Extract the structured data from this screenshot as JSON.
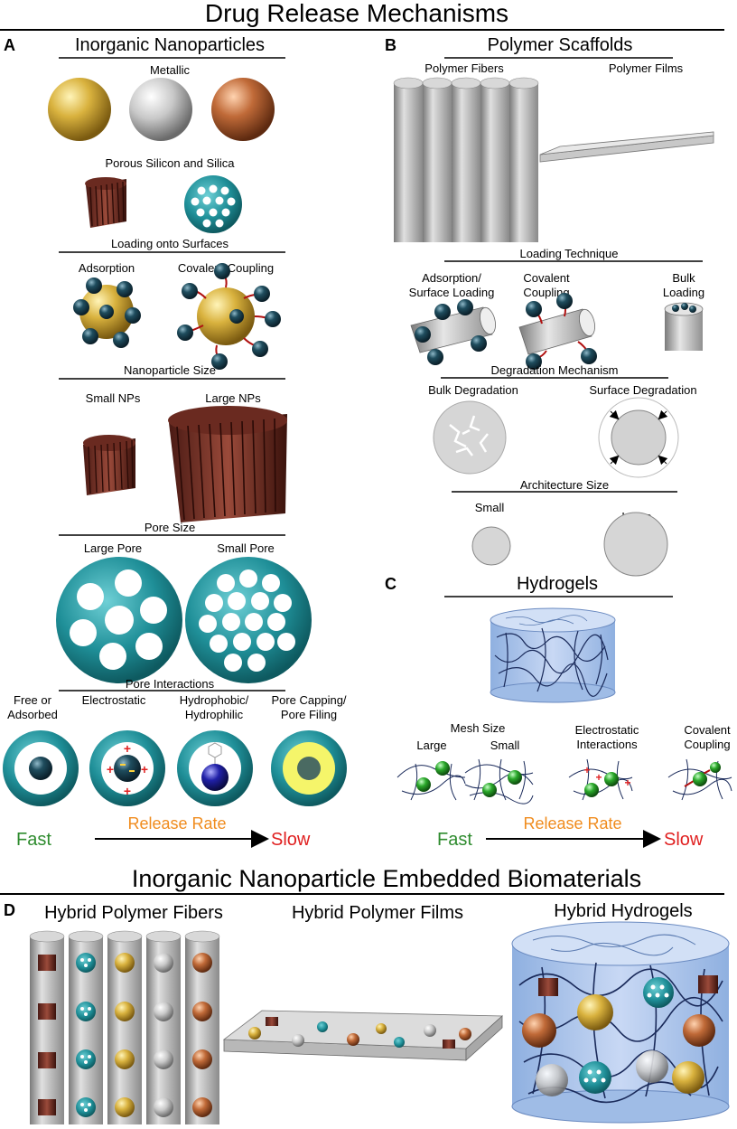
{
  "title": "Drug Release Mechanisms",
  "panel_a": {
    "letter": "A",
    "title": "Inorganic Nanoparticles",
    "metallic": "Metallic",
    "porous": "Porous Silicon and Silica",
    "loading": "Loading onto Surfaces",
    "adsorption": "Adsorption",
    "covalent": "Covalent Coupling",
    "np_size": "Nanoparticle Size",
    "small_nps": "Small NPs",
    "large_nps": "Large NPs",
    "pore_size": "Pore Size",
    "large_pore": "Large Pore",
    "small_pore": "Small Pore",
    "pore_interactions": "Pore Interactions",
    "free_1": "Free or",
    "free_2": "Adsorbed",
    "electrostatic": "Electrostatic",
    "hydro_1": "Hydrophobic/",
    "hydro_2": "Hydrophilic",
    "cap_1": "Pore Capping/",
    "cap_2": "Pore Filing",
    "fast": "Fast",
    "rate": "Release Rate",
    "slow": "Slow"
  },
  "panel_b": {
    "letter": "B",
    "title": "Polymer Scaffolds",
    "fibers": "Polymer Fibers",
    "films": "Polymer Films",
    "loading_technique": "Loading Technique",
    "ads_1": "Adsorption/",
    "ads_2": "Surface Loading",
    "cov_1": "Covalent",
    "cov_2": "Coupling",
    "bulk_1": "Bulk",
    "bulk_2": "Loading",
    "degradation": "Degradation Mechanism",
    "bulk_deg": "Bulk Degradation",
    "surf_deg": "Surface Degradation",
    "arch": "Architecture Size",
    "small": "Small",
    "large": "Large"
  },
  "panel_c": {
    "letter": "C",
    "title": "Hydrogels",
    "mesh": "Mesh Size",
    "large": "Large",
    "small": "Small",
    "elec_1": "Electrostatic",
    "elec_2": "Interactions",
    "cov_1": "Covalent",
    "cov_2": "Coupling",
    "fast": "Fast",
    "rate": "Release Rate",
    "slow": "Slow"
  },
  "panel_d": {
    "letter": "D",
    "title": "Inorganic Nanoparticle Embedded Biomaterials",
    "fibers": "Hybrid Polymer Fibers",
    "films": "Hybrid Polymer Films",
    "hydrogels": "Hybrid Hydrogels"
  },
  "colors": {
    "teal": "#1f8f98",
    "gold": "#c9a23a",
    "copper": "#b86a3a",
    "drug": "#1e4a5a",
    "fast": "#2e8b2e",
    "rate": "#f08c1e",
    "slow": "#e02020"
  }
}
